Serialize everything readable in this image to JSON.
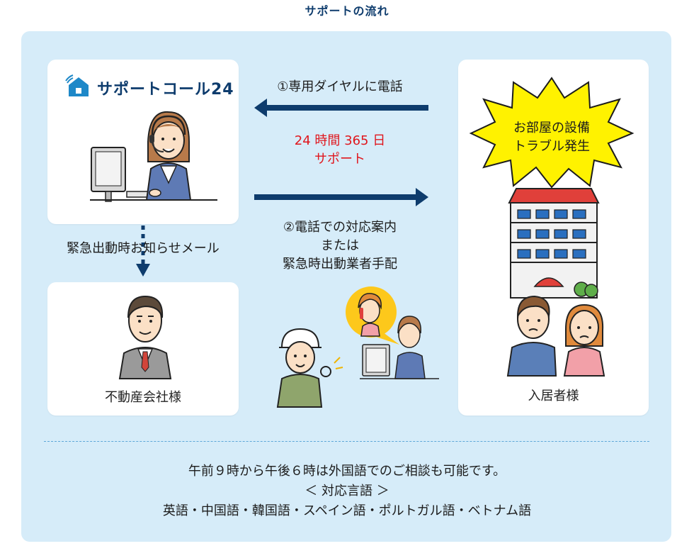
{
  "title": "サポートの流れ",
  "logo": {
    "text": "サポートコール24",
    "icon": "house-wifi-icon"
  },
  "arrows": {
    "call_label": "①専用ダイヤルに電話",
    "support_line1": "24 時間 365 日",
    "support_line2": "サポート",
    "response_line1": "②電話での対応案内",
    "response_line2": "または",
    "response_line3": "緊急時出動業者手配",
    "mail_label": "緊急出動時お知らせメール"
  },
  "cards": {
    "operator_label": "",
    "agency_label": "不動産会社様",
    "resident_label": "入居者様"
  },
  "burst": {
    "line1": "お部屋の設備",
    "line2": "トラブル発生"
  },
  "footer": {
    "line1": "午前９時から午後６時は外国語でのご相談も可能です。",
    "line2": "＜ 対応言語 ＞",
    "line3": "英語・中国語・韓国語・スペイン語・ポルトガル語・ベトナム語"
  },
  "colors": {
    "navy": "#0e3c6d",
    "panel": "#d6ecf9",
    "red": "#e0161d",
    "burst_yellow": "#fff200",
    "logo_blue": "#1e88c8"
  }
}
